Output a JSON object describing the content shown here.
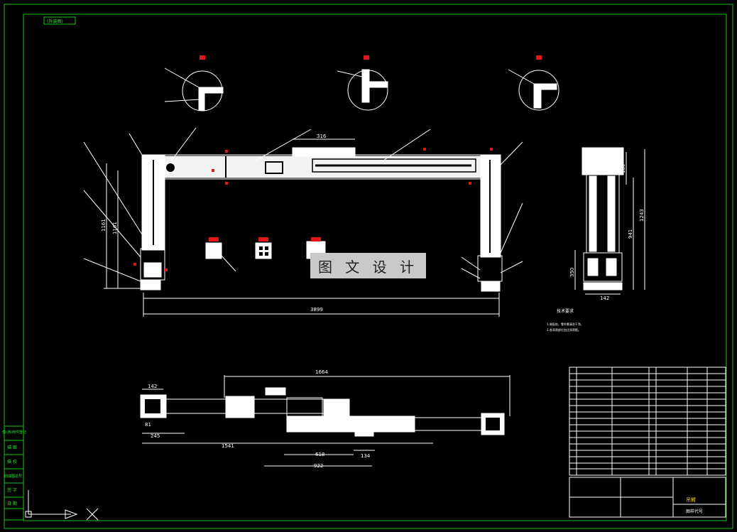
{
  "watermark": "图 文 设 计",
  "top_label": "(拆装图)",
  "dimensions": {
    "d3899": "3899",
    "d1161": "1161",
    "d1161b": "1161",
    "d1243": "1243",
    "d941": "941",
    "d350": "350",
    "d142": "142",
    "d100": "100",
    "d316": "316",
    "d1664": "1664",
    "d1541": "1541",
    "d245": "245",
    "d618": "618",
    "d922": "922",
    "d134": "134",
    "d142b": "142",
    "d81": "81"
  },
  "tech_title": "技术要求",
  "tech_lines": [
    "1.装配前，零件需清洗干净。",
    "2.各润滑部位加注润滑脂。"
  ],
  "title_block": {
    "name": "吊臂",
    "drawing_no": "图样代号"
  },
  "side_labels": [
    "借(通)用件登记",
    "描 图",
    "描 校",
    "旧底图总号",
    "签 字",
    "日 期"
  ],
  "colors": {
    "line": "#ffffff",
    "frame": "#19c419",
    "mark": "#e01818",
    "label": "#e8e000"
  }
}
